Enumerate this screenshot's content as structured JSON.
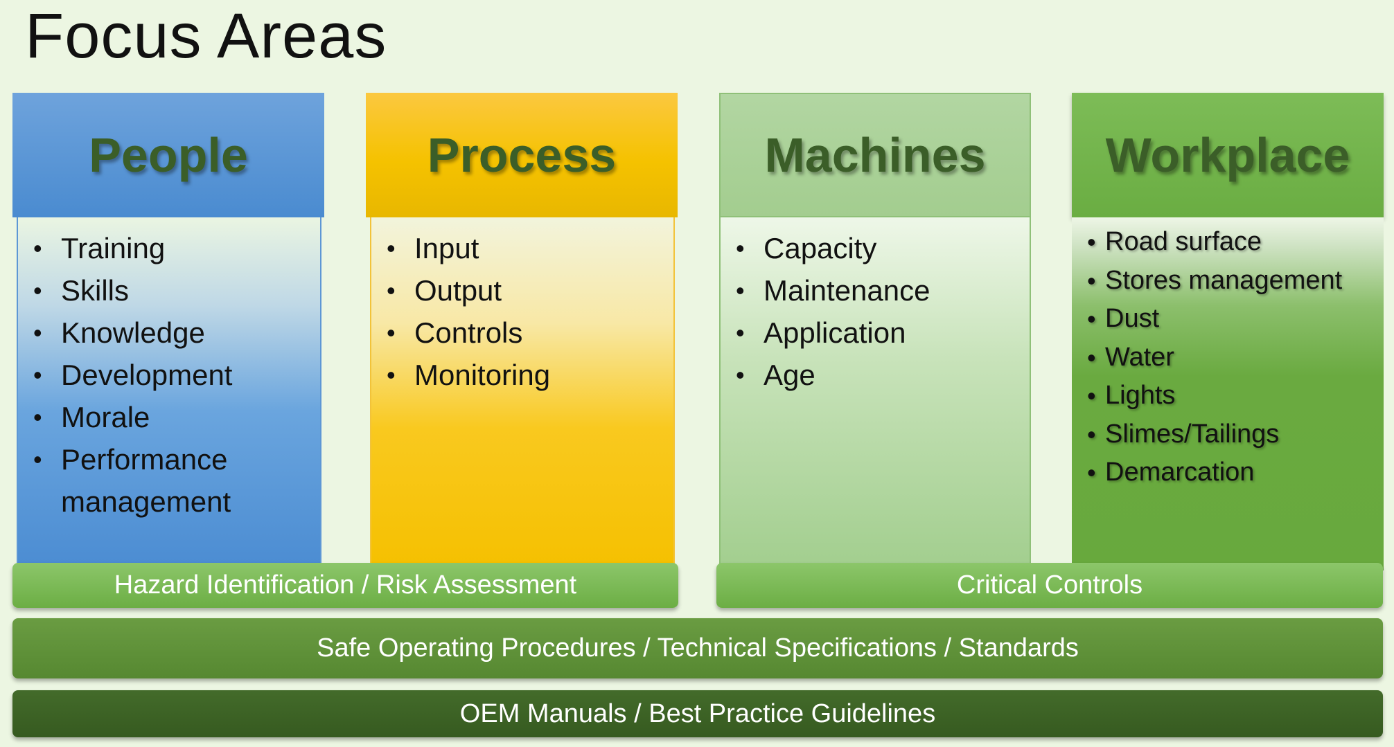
{
  "title": "Focus Areas",
  "columns": [
    {
      "heading": "People",
      "items": [
        "Training",
        "Skills",
        "Knowledge",
        "Development",
        "Morale",
        "Performance management"
      ]
    },
    {
      "heading": "Process",
      "items": [
        "Input",
        "Output",
        "Controls",
        "Monitoring"
      ]
    },
    {
      "heading": "Machines",
      "items": [
        "Capacity",
        "Maintenance",
        "Application",
        "Age"
      ]
    },
    {
      "heading": "Workplace",
      "items": [
        "Road surface",
        "Stores management",
        "Dust",
        "Water",
        "Lights",
        "Slimes/Tailings",
        "Demarcation"
      ]
    }
  ],
  "bars": {
    "hazard": "Hazard Identification / Risk Assessment",
    "critical": "Critical Controls",
    "sop": "Safe Operating Procedures / Technical Specifications / Standards",
    "oem": "OEM Manuals / Best Practice Guidelines"
  },
  "colors": {
    "people": "#4a8bd0",
    "process": "#f5c200",
    "machines": "#a3cd8f",
    "workplace": "#6aad42",
    "heading_text": "#3b5e28"
  }
}
